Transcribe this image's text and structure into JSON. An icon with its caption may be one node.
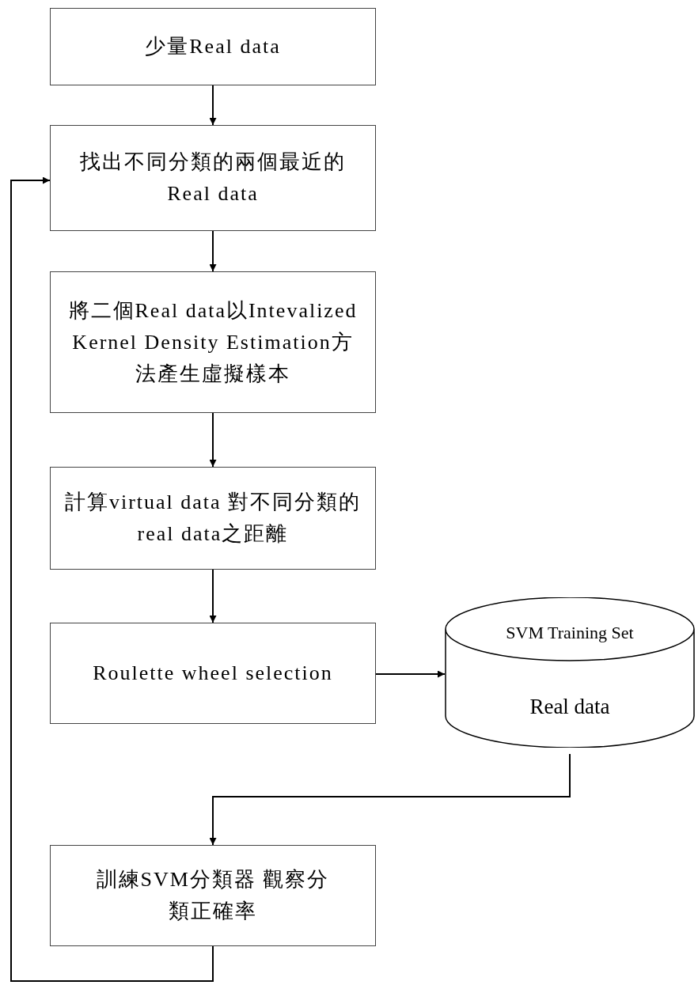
{
  "diagram": {
    "nodes": [
      {
        "text": [
          "少量Real data"
        ]
      },
      {
        "text": [
          "找出不同分類的兩個最近的Real data"
        ]
      },
      {
        "text": [
          "將二個Real data以Intevalized Kernel Density Estimation方法產生虛擬樣本"
        ]
      },
      {
        "text": [
          "計算virtual data 對不同分類的real data之距離"
        ]
      },
      {
        "text": [
          "Roulette wheel selection"
        ]
      },
      {
        "text": [
          "SVM Training Set",
          "Real data"
        ]
      },
      {
        "text": [
          "訓練SVM分類器 觀察分類正確率"
        ]
      }
    ],
    "edges": [
      {
        "from": 0,
        "to": 1,
        "arrow": "to"
      },
      {
        "from": 1,
        "to": 2,
        "arrow": "to"
      },
      {
        "from": 2,
        "to": 3,
        "arrow": "to"
      },
      {
        "from": 3,
        "to": 4,
        "arrow": "to"
      },
      {
        "from": 4,
        "to": 5,
        "arrow": "to"
      },
      {
        "from": 5,
        "to": 6,
        "arrow": "to"
      },
      {
        "from": 6,
        "to": 1,
        "arrow": "to"
      }
    ]
  }
}
